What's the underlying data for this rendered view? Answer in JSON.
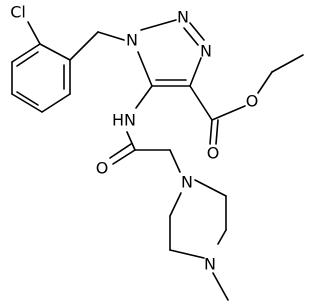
{
  "structure": {
    "atom_labels": {
      "cl": "Cl",
      "n1": "N",
      "n2": "N",
      "n3": "N",
      "nh": "HN",
      "o_carbonyl_ester": "O",
      "o_ester": "O",
      "o_amide": "O",
      "n_pip_1": "N",
      "n_pip_4": "N"
    }
  }
}
